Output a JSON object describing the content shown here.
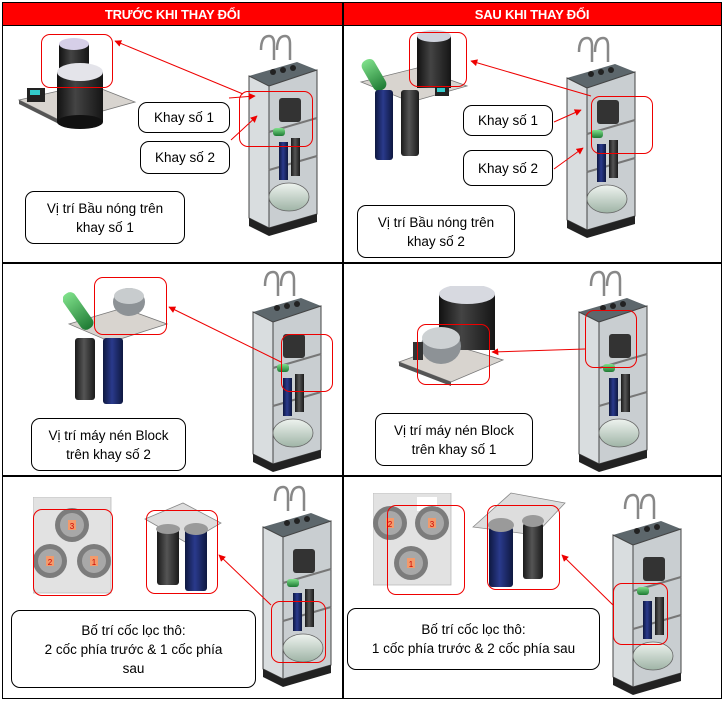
{
  "headers": {
    "before": "TRƯỚC KHI THAY ĐỔI",
    "after": "SAU KHI THAY ĐỔI"
  },
  "colors": {
    "header_bg": "#ff0000",
    "header_text": "#ffffff",
    "highlight": "#e00000",
    "cabinet": "#4a5358",
    "filter_blue": "#1b2a6b",
    "filter_black": "#2a2a2a",
    "pump_green": "#2fa84f"
  },
  "rows": [
    {
      "before": {
        "tray1_label": "Khay số 1",
        "tray2_label": "Khay số 2",
        "caption_line1": "Vị trí Bầu nóng trên",
        "caption_line2": "khay số 1",
        "component_image": "hot-tank-on-tray-icon",
        "cabinet_image": "water-purifier-cabinet-icon"
      },
      "after": {
        "tray1_label": "Khay số 1",
        "tray2_label": "Khay số 2",
        "caption_line1": "Vị trí Bầu nóng trên",
        "caption_line2": "khay số 2",
        "component_image": "hot-tank-with-filters-icon",
        "cabinet_image": "water-purifier-cabinet-icon"
      }
    },
    {
      "before": {
        "caption_line1": "Vị trí máy nén Block",
        "caption_line2": "trên khay số 2",
        "component_image": "compressor-with-filters-icon",
        "cabinet_image": "water-purifier-cabinet-icon"
      },
      "after": {
        "caption_line1": "Vị trí máy nén Block",
        "caption_line2": "trên khay số 1",
        "component_image": "compressor-with-hot-tank-icon",
        "cabinet_image": "water-purifier-cabinet-icon"
      }
    },
    {
      "before": {
        "caption_line1": "Bố trí cốc lọc thô:",
        "caption_line2": "2 cốc phía trước & 1 cốc phía",
        "caption_line3": "sau",
        "plate_numbers": [
          "3",
          "2",
          "1"
        ],
        "component_image": "filter-cups-icon",
        "cabinet_image": "water-purifier-cabinet-icon"
      },
      "after": {
        "caption_line1": "Bố trí cốc lọc thô:",
        "caption_line2": "1 cốc phía trước & 2 cốc phía sau",
        "plate_numbers": [
          "2",
          "3",
          "1"
        ],
        "component_image": "filter-cups-icon",
        "cabinet_image": "water-purifier-cabinet-icon"
      }
    }
  ]
}
